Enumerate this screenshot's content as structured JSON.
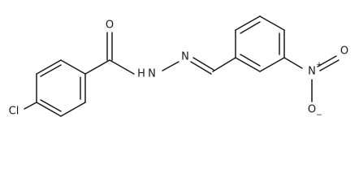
{
  "molecule": {
    "atoms": {
      "chlorine": "Cl",
      "carbonyl_oxygen": "O",
      "amide_nitrogen": "N",
      "amide_hydrogen": "H",
      "imine_nitrogen": "N",
      "nitro_nitrogen": "N",
      "nitro_nitrogen_charge": "+",
      "nitro_oxygen_single": "O",
      "nitro_oxygen_single_charge": "−",
      "nitro_oxygen_double": "O"
    }
  }
}
